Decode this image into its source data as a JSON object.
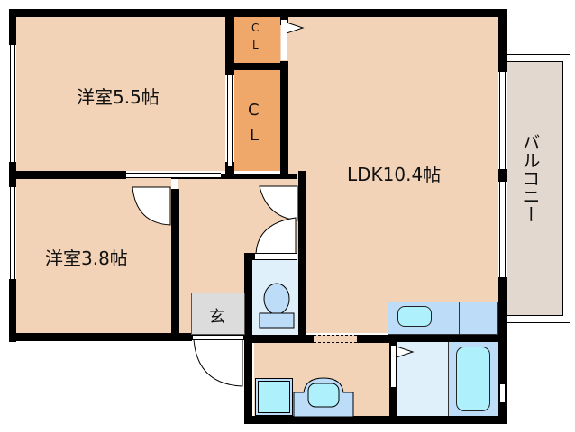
{
  "floorplan": {
    "rooms": {
      "western_room_large": {
        "label": "洋室5.5帖"
      },
      "western_room_small": {
        "label": "洋室3.8帖"
      },
      "ldk": {
        "label": "LDK10.4帖"
      },
      "closet_top": {
        "label_c": "C",
        "label_l": "L"
      },
      "closet_main": {
        "label_c": "C",
        "label_l": "L"
      },
      "entrance": {
        "label": "玄"
      },
      "balcony": {
        "label": "バルコニー"
      }
    },
    "colors": {
      "room": "#f2d3b7",
      "closet": "#f0a86a",
      "balcony": "#e2d8cf",
      "wet_area": "#dff0fb",
      "fixture": "#bcdcf7",
      "fixture_water": "#aef0fb",
      "entrance": "#dcdcdc",
      "wall": "#000000"
    }
  }
}
